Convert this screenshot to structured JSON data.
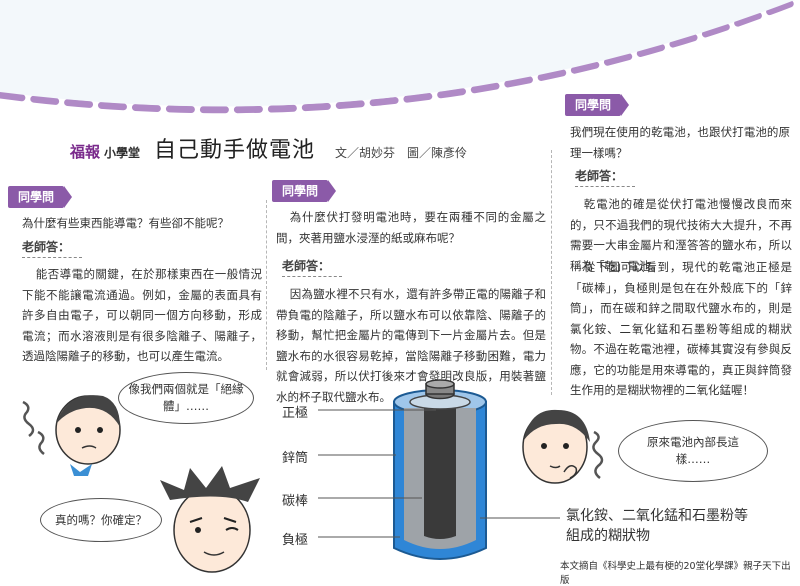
{
  "header": {
    "brand_main": "福報",
    "brand_sub": "小學堂",
    "title": "自己動手做電池",
    "credits": "文／胡妙芬　圖／陳彥伶"
  },
  "col1": {
    "student_tag": "同學問",
    "question": "為什麼有些東西能導電？有些卻不能呢？",
    "teacher_tag": "老師答：",
    "answer": "能否導電的關鍵，在於那樣東西在一般情況下能不能讓電流通過。例如，金屬的表面具有許多自由電子，可以朝同一個方向移動，形成電流；而水溶液則是有很多陰離子、陽離子，透過陰陽離子的移動，也可以產生電流。"
  },
  "col2": {
    "student_tag": "同學問",
    "question": "為什麼伏打發明電池時，要在兩種不同的金屬之間，夾著用鹽水浸溼的紙或麻布呢？",
    "teacher_tag": "老師答：",
    "answer": "因為鹽水裡不只有水，還有許多帶正電的陽離子和帶負電的陰離子，所以鹽水布可以依靠陰、陽離子的移動，幫忙把金屬片的電傳到下一片金屬片去。但是鹽水布的水很容易乾掉，當陰陽離子移動困難，電力就會減弱，所以伏打後來才會發明改良版，用裝著鹽水的杯子取代鹽水布。"
  },
  "col3": {
    "student_tag": "同學問",
    "question": "我們現在使用的乾電池，也跟伏打電池的原理一樣嗎？",
    "teacher_tag": "老師答：",
    "answer_p1": "乾電池的確是從伏打電池慢慢改良而來的，只不過我們的現代技術大大提升，不再需要一大串金屬片和溼答答的鹽水布，所以稱為「乾」電池。",
    "answer_p2": "從下圖可以看到，現代的乾電池正極是「碳棒」，負極則是包在在外殼底下的「鋅筒」，而在碳和鋅之間取代鹽水布的，則是氯化銨、二氧化錳和石墨粉等組成的糊狀物。不過在乾電池裡，碳棒其實沒有參與反應，它的功能是用來導電的，真正與鋅筒發生作用的是糊狀物裡的二氧化錳喔！"
  },
  "bubbles": {
    "girl": "像我們兩個就是「絕緣體」……",
    "boy": "真的嗎？你確定？",
    "right_girl": "原來電池內部長這樣……"
  },
  "diagram": {
    "labels": [
      "正極",
      "鋅筒",
      "碳棒",
      "負極"
    ],
    "paste_label_line1": "氯化銨、二氧化錳和石墨粉等",
    "paste_label_line2": "組成的糊狀物"
  },
  "colors": {
    "accent_purple": "#8b5aa8",
    "arc_dash": "#b08ac6",
    "battery_blue": "#2f86d6",
    "battery_dark": "#3a3a3a"
  },
  "source": "本文摘自《科學史上最有梗的20堂化學課》親子天下出版"
}
